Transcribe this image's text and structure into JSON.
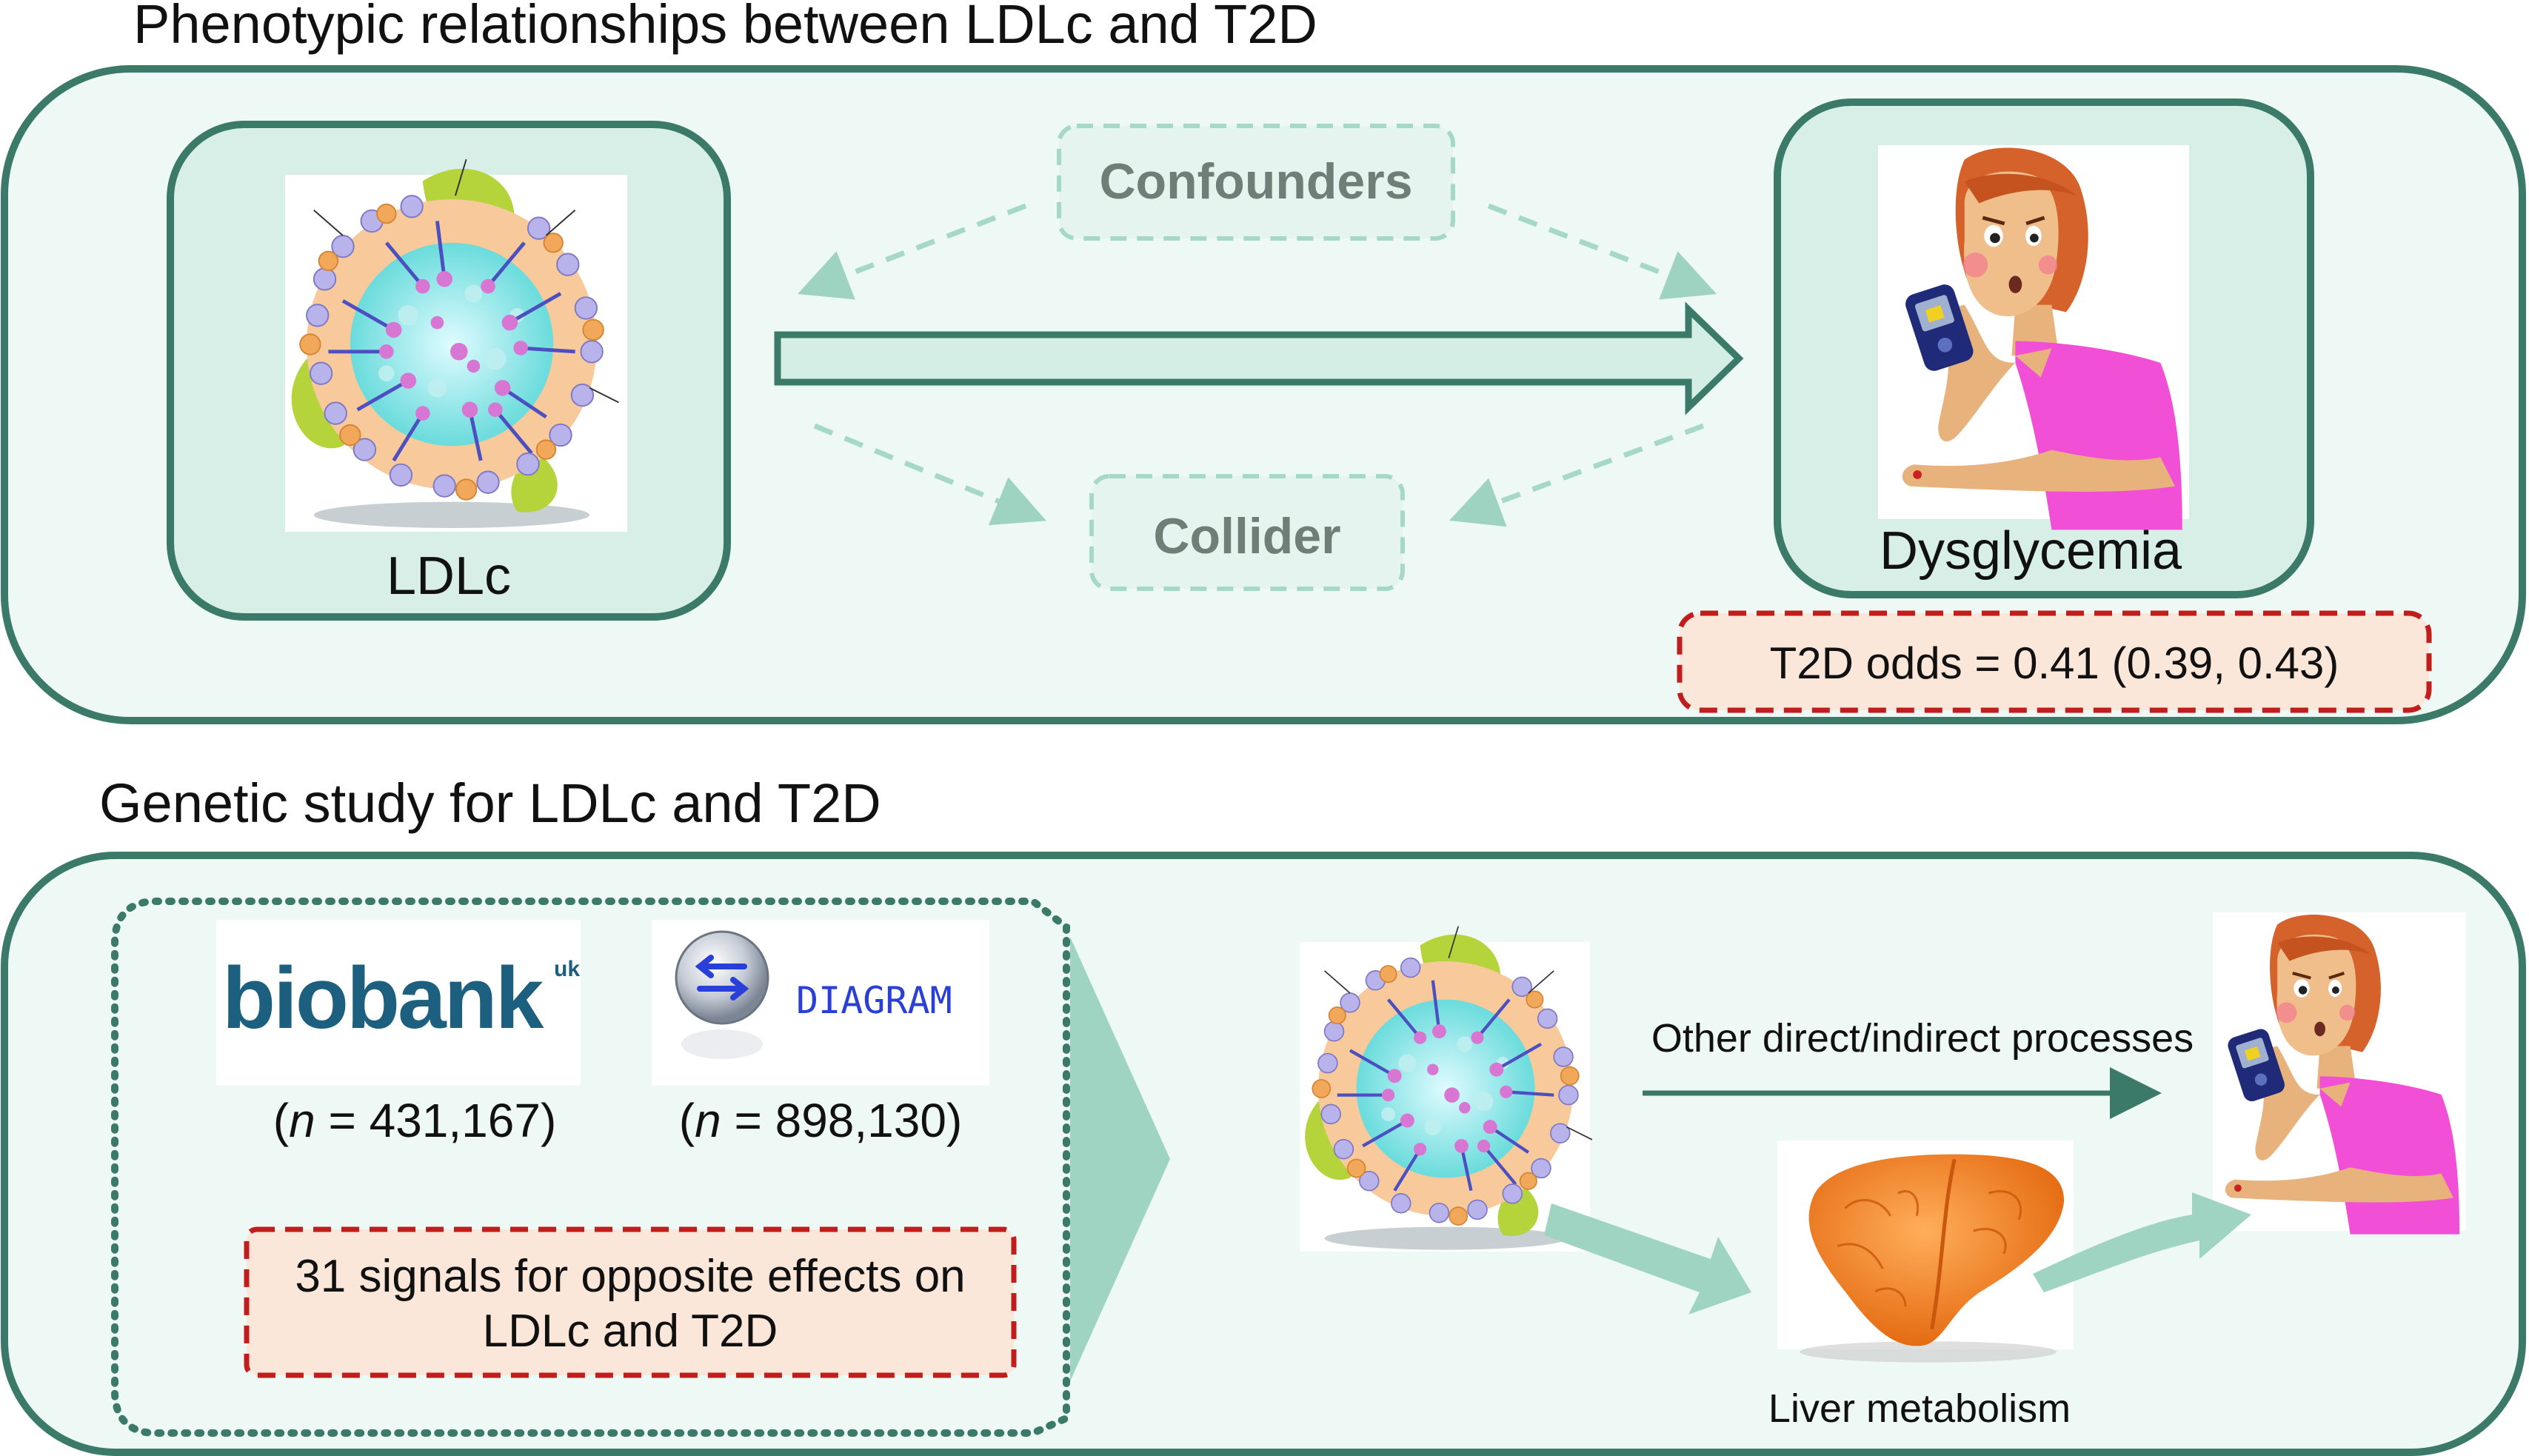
{
  "top": {
    "title": "Phenotypic relationships between LDLc and T2D",
    "ldlc_label": "LDLc",
    "confounders_label": "Confounders",
    "collider_label": "Collider",
    "dysglycemia_label": "Dysglycemia",
    "odds_text": "T2D odds = 0.41 (0.39, 0.43)"
  },
  "bottom": {
    "title": "Genetic study for LDLc and T2D",
    "biobank_logo_text": "biobank",
    "biobank_logo_sup": "uk",
    "diagram_logo_text": "DIAGRAM",
    "biobank_n": "(n = 431,167)",
    "diagram_n": "(n = 898,130)",
    "signals_line1": "31 signals for opposite effects on",
    "signals_line2": "LDLc and T2D",
    "other_processes_label": "Other direct/indirect processes",
    "liver_label": "Liver metabolism"
  },
  "colors": {
    "frame_green": "#3b7a68",
    "panel_fill": "#eef8f4",
    "box_fill": "#d8efe7",
    "arrow_fill": "#d5eee5",
    "arrow_solid": "#9fd4c2",
    "dash_red": "#c21d1d",
    "peach": "#fbe7da",
    "faded_green": "#9fd3c1"
  }
}
